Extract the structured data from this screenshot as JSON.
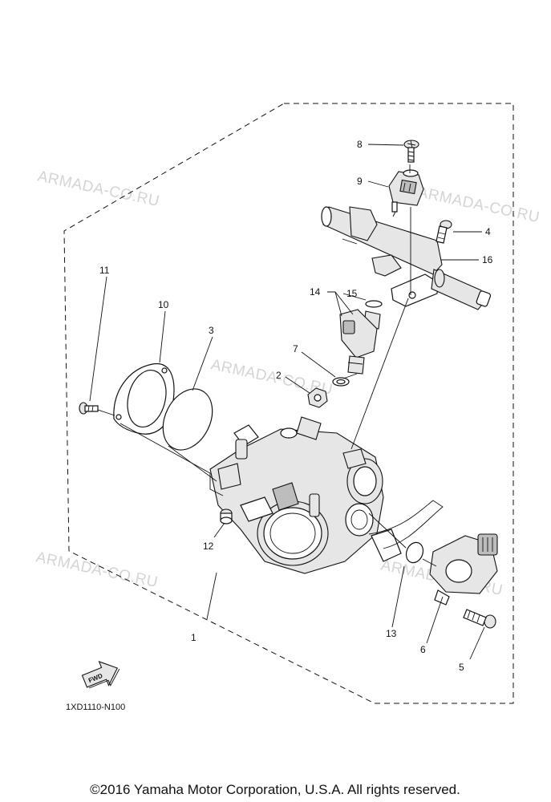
{
  "diagram": {
    "code": "1XD1110-N100",
    "fwd_label": "FWD",
    "copyright": "©2016 Yamaha Motor Corporation, U.S.A. All rights reserved.",
    "watermark": "ARMADA-CO.RU",
    "callouts": [
      {
        "id": "c1",
        "label": "1"
      },
      {
        "id": "c2",
        "label": "2"
      },
      {
        "id": "c3",
        "label": "3"
      },
      {
        "id": "c4",
        "label": "4"
      },
      {
        "id": "c5",
        "label": "5"
      },
      {
        "id": "c6",
        "label": "6"
      },
      {
        "id": "c7",
        "label": "7"
      },
      {
        "id": "c8",
        "label": "8"
      },
      {
        "id": "c9",
        "label": "9"
      },
      {
        "id": "c10",
        "label": "10"
      },
      {
        "id": "c11",
        "label": "11"
      },
      {
        "id": "c12",
        "label": "12"
      },
      {
        "id": "c13",
        "label": "13"
      },
      {
        "id": "c14",
        "label": "14"
      },
      {
        "id": "c15",
        "label": "15"
      },
      {
        "id": "c16",
        "label": "16"
      }
    ]
  }
}
